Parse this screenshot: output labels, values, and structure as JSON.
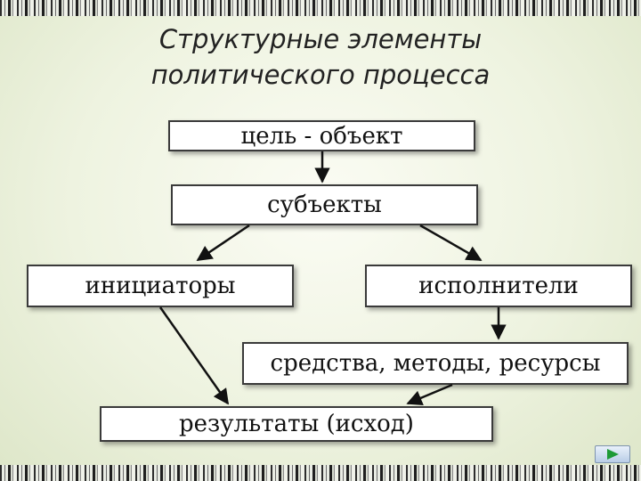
{
  "title": {
    "line1": "Структурные элементы",
    "line2": "политического процесса"
  },
  "nodes": {
    "goal": "цель - объект",
    "subjects": "субъекты",
    "initiators": "инициаторы",
    "executors": "исполнители",
    "means": "средства, методы, ресурсы",
    "results": "результаты (исход)"
  },
  "edges": [
    {
      "from": "goal",
      "to": "subjects"
    },
    {
      "from": "subjects",
      "to": "initiators"
    },
    {
      "from": "subjects",
      "to": "executors"
    },
    {
      "from": "executors",
      "to": "means"
    },
    {
      "from": "initiators",
      "to": "results"
    },
    {
      "from": "means",
      "to": "results"
    }
  ],
  "colors": {
    "arrow": "#111111",
    "box_border": "#3a3a3a",
    "nav_arrow": "#1d9a36"
  },
  "icons": {
    "nav": "play-arrow-icon"
  }
}
